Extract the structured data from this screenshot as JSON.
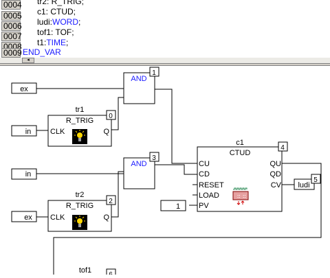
{
  "declarations": {
    "lines": [
      {
        "num": "0004",
        "name": "tr2: ",
        "type": "R_TRIG;",
        "type_is_keyword": false
      },
      {
        "num": "0005",
        "name": "c1: ",
        "type": "CTUD;",
        "type_is_keyword": false
      },
      {
        "num": "0006",
        "name": "ludi:",
        "type": "WORD",
        "type_is_keyword": true,
        "suffix": ";"
      },
      {
        "num": "0007",
        "name": "tof1: ",
        "type": "TOF;",
        "type_is_keyword": false
      },
      {
        "num": "0008",
        "name": "t1:",
        "type": "TIME",
        "type_is_keyword": true,
        "suffix": ";"
      },
      {
        "num": "0009",
        "name": "",
        "type": "END_VAR",
        "type_is_keyword": true
      }
    ]
  },
  "scrollbar": {
    "left_arrow": "◂"
  },
  "fbd": {
    "inputs": {
      "ex1": "ex",
      "in1": "in",
      "in2": "in",
      "ex2": "ex",
      "pv_value": "1"
    },
    "and1": {
      "label": "AND",
      "num": "1"
    },
    "and2": {
      "label": "AND",
      "num": "3"
    },
    "tr1": {
      "instance": "tr1",
      "type": "R_TRIG",
      "num": "0",
      "in_pin": "CLK",
      "out_pin": "Q"
    },
    "tr2": {
      "instance": "tr2",
      "type": "R_TRIG",
      "num": "2",
      "in_pin": "CLK",
      "out_pin": "Q"
    },
    "c1": {
      "instance": "c1",
      "type": "CTUD",
      "num": "4",
      "in_pins": [
        "CU",
        "CD",
        "RESET",
        "LOAD",
        "PV"
      ],
      "out_pins": [
        "QU",
        "QD",
        "CV"
      ]
    },
    "output": {
      "label": "ludi",
      "num": "5"
    },
    "tof1": {
      "instance": "tof1",
      "num": "6"
    }
  },
  "colors": {
    "keyword": "#1a1aff",
    "line_num_bg": "#d4d0c8",
    "wire": "#000000"
  }
}
